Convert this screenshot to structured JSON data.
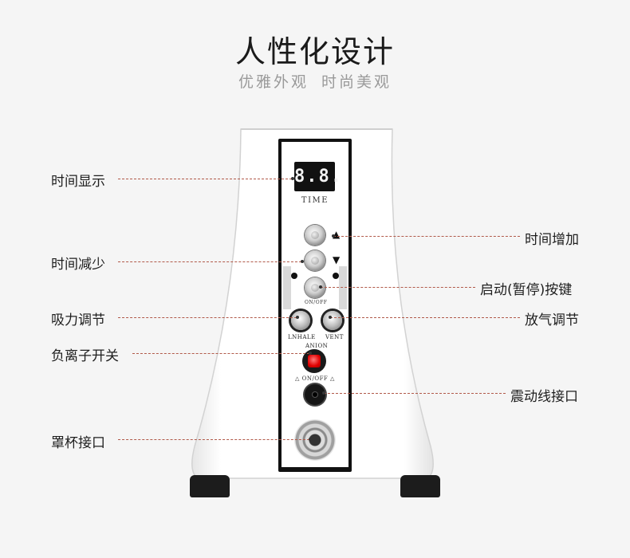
{
  "heading": {
    "title": "人性化设计",
    "subtitle_left": "优雅外观",
    "subtitle_right": "时尚美观"
  },
  "device": {
    "display_digits": "8.8.",
    "time_label": "TIME",
    "start_onoff": "ON/OFF",
    "inhale_label": "LNHALE",
    "vent_label": "VENT",
    "anion_label": "ANION",
    "anion_onoff": "ON/OFF"
  },
  "callouts": {
    "time_display": "时间显示",
    "time_decrease": "时间减少",
    "suction_adjust": "吸力调节",
    "anion_switch": "负离子开关",
    "cup_port": "罩杯接口",
    "time_increase": "时间增加",
    "start_pause": "启动(暂停)按键",
    "vent_adjust": "放气调节",
    "vibration_port": "震动线接口"
  },
  "colors": {
    "background": "#f5f5f5",
    "leader_line": "#b15a4a",
    "anion_button": "#e00000"
  }
}
